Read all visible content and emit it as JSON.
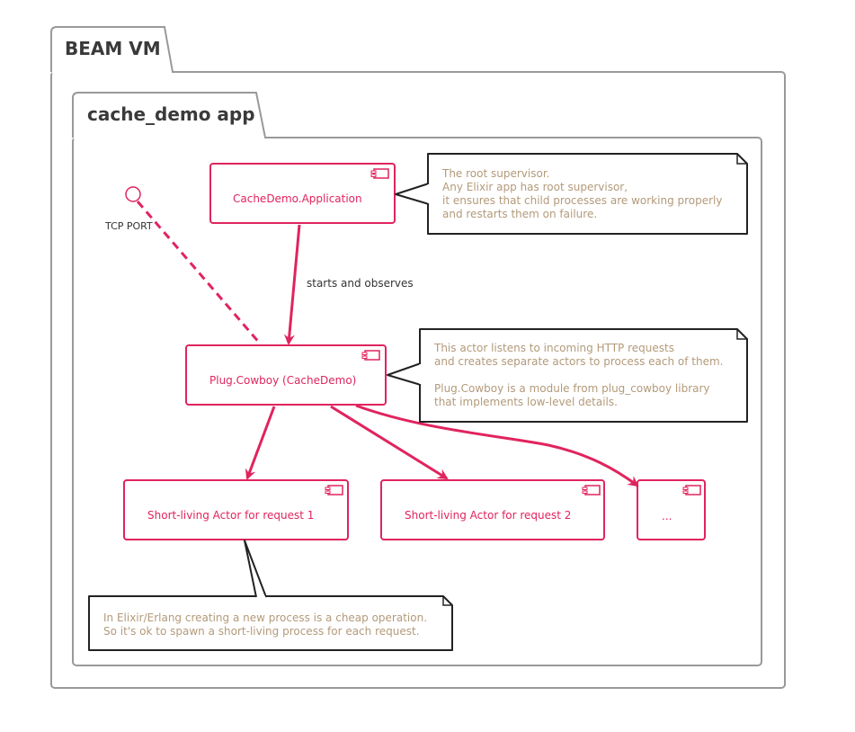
{
  "colors": {
    "component_stroke": "#e0245e",
    "component_text": "#e0245e",
    "note_text": "#b39a7a",
    "frame_stroke": "#999999"
  },
  "packages": {
    "outer": {
      "title": "BEAM VM"
    },
    "inner": {
      "title": "cache_demo app"
    }
  },
  "port": {
    "label": "TCP PORT"
  },
  "components": {
    "application": "CacheDemo.Application",
    "cowboy": "Plug.Cowboy (CacheDemo)",
    "actor1": "Short-living Actor for request 1",
    "actor2": "Short-living Actor for request 2",
    "actor_more": "..."
  },
  "edges": {
    "starts": "starts and observes"
  },
  "notes": {
    "root": [
      "The root supervisor.",
      "Any Elixir app has root supervisor,",
      "it ensures that child processes are working properly",
      "and restarts them on failure."
    ],
    "cowboy": [
      "This actor listens to incoming HTTP requests",
      "and creates separate actors to process each of them.",
      "",
      "Plug.Cowboy is a module from plug_cowboy library",
      "that implements low-level details."
    ],
    "process": [
      "In Elixir/Erlang creating a new process is a cheap operation.",
      "So it's ok to spawn a short-living process for each request."
    ]
  }
}
